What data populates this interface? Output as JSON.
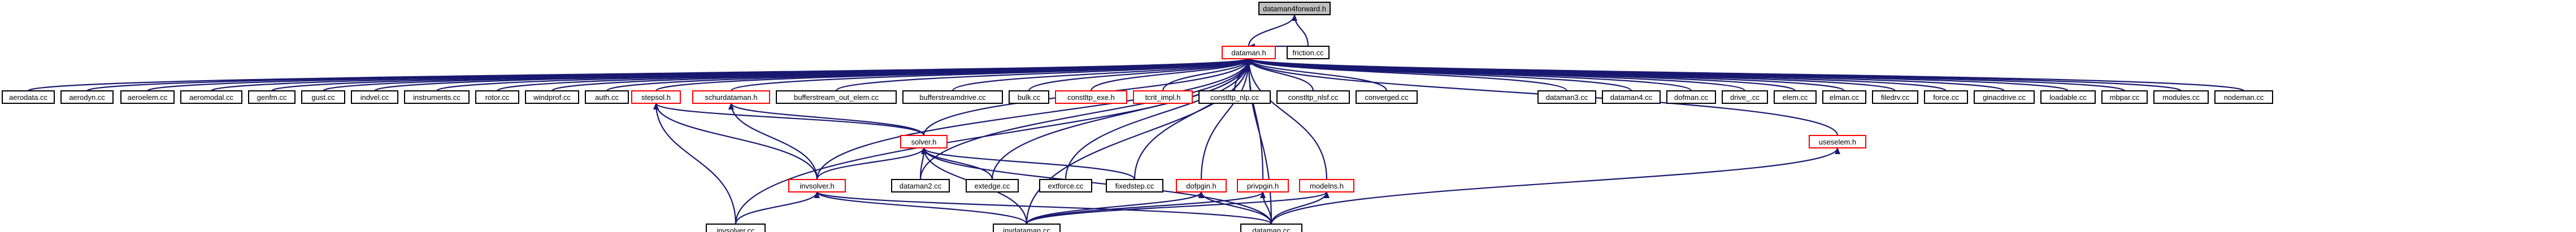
{
  "colors": {
    "edge": "#191970",
    "normal_border": "#000000",
    "incomplete_border": "#ff0000",
    "root_fill": "#bfbfbf",
    "node_fill": "#ffffff"
  },
  "nodes": [
    {
      "id": "root",
      "label": "dataman4forward.h",
      "style": "root"
    },
    {
      "id": "dataman",
      "label": "dataman.h",
      "style": "incomplete"
    },
    {
      "id": "friction",
      "label": "friction.cc",
      "style": "normal"
    },
    {
      "id": "aerodata",
      "label": "aerodata.cc",
      "style": "normal"
    },
    {
      "id": "aerodyn",
      "label": "aerodyn.cc",
      "style": "normal"
    },
    {
      "id": "aeroelem",
      "label": "aeroelem.cc",
      "style": "normal"
    },
    {
      "id": "aeromodal",
      "label": "aeromodal.cc",
      "style": "normal"
    },
    {
      "id": "genfm",
      "label": "genfm.cc",
      "style": "normal"
    },
    {
      "id": "gust",
      "label": "gust.cc",
      "style": "normal"
    },
    {
      "id": "indvel",
      "label": "indvel.cc",
      "style": "normal"
    },
    {
      "id": "instruments",
      "label": "instruments.cc",
      "style": "normal"
    },
    {
      "id": "rotor",
      "label": "rotor.cc",
      "style": "normal"
    },
    {
      "id": "windprof",
      "label": "windprof.cc",
      "style": "normal"
    },
    {
      "id": "auth",
      "label": "auth.cc",
      "style": "normal"
    },
    {
      "id": "stepsol",
      "label": "stepsol.h",
      "style": "incomplete"
    },
    {
      "id": "schurdataman",
      "label": "schurdataman.h",
      "style": "incomplete"
    },
    {
      "id": "buffstream",
      "label": "bufferstream_out_elem.cc",
      "style": "normal"
    },
    {
      "id": "buffstreamdrive",
      "label": "bufferstreamdrive.cc",
      "style": "normal"
    },
    {
      "id": "bulk",
      "label": "bulk.cc",
      "style": "normal"
    },
    {
      "id": "constltp_exe",
      "label": "constltp_exe.h",
      "style": "incomplete"
    },
    {
      "id": "tcrit_impl",
      "label": "tcrit_impl.h",
      "style": "incomplete"
    },
    {
      "id": "constltp_nlp",
      "label": "constltp_nlp.cc",
      "style": "normal"
    },
    {
      "id": "constltp_nlsf",
      "label": "constltp_nlsf.cc",
      "style": "normal"
    },
    {
      "id": "converged",
      "label": "converged.cc",
      "style": "normal"
    },
    {
      "id": "useselem",
      "label": "useselem.h",
      "style": "incomplete"
    },
    {
      "id": "dataman3",
      "label": "dataman3.cc",
      "style": "normal"
    },
    {
      "id": "dataman4",
      "label": "dataman4.cc",
      "style": "normal"
    },
    {
      "id": "dofman",
      "label": "dofman.cc",
      "style": "normal"
    },
    {
      "id": "drive",
      "label": "drive_.cc",
      "style": "normal"
    },
    {
      "id": "elem",
      "label": "elem.cc",
      "style": "normal"
    },
    {
      "id": "elman",
      "label": "elman.cc",
      "style": "normal"
    },
    {
      "id": "filedrv",
      "label": "filedrv.cc",
      "style": "normal"
    },
    {
      "id": "force",
      "label": "force.cc",
      "style": "normal"
    },
    {
      "id": "ginacdrive",
      "label": "ginacdrive.cc",
      "style": "normal"
    },
    {
      "id": "loadable",
      "label": "loadable.cc",
      "style": "normal"
    },
    {
      "id": "mbpar",
      "label": "mbpar.cc",
      "style": "normal"
    },
    {
      "id": "modules",
      "label": "modules.cc",
      "style": "normal"
    },
    {
      "id": "nodeman",
      "label": "nodeman.cc",
      "style": "normal"
    },
    {
      "id": "solver",
      "label": "solver.h",
      "style": "incomplete"
    },
    {
      "id": "invsolver",
      "label": "invsolver.h",
      "style": "incomplete"
    },
    {
      "id": "dataman2",
      "label": "dataman2.cc",
      "style": "normal"
    },
    {
      "id": "extedge",
      "label": "extedge.cc",
      "style": "normal"
    },
    {
      "id": "extforce",
      "label": "extforce.cc",
      "style": "normal"
    },
    {
      "id": "fixedstep",
      "label": "fixedstep.cc",
      "style": "normal"
    },
    {
      "id": "dofpgin",
      "label": "dofpgin.h",
      "style": "incomplete"
    },
    {
      "id": "privpgin",
      "label": "privpgin.h",
      "style": "incomplete"
    },
    {
      "id": "modelns",
      "label": "modelns.h",
      "style": "incomplete"
    },
    {
      "id": "invsolver_cc",
      "label": "invsolver.cc",
      "style": "normal"
    },
    {
      "id": "invdataman",
      "label": "invdataman.cc",
      "style": "normal"
    },
    {
      "id": "dataman_cc",
      "label": "dataman.cc",
      "style": "normal"
    }
  ],
  "edges": [
    [
      "dataman",
      "root"
    ],
    [
      "friction",
      "root"
    ],
    [
      "friction",
      "dataman"
    ],
    [
      "aerodata",
      "dataman"
    ],
    [
      "aerodyn",
      "dataman"
    ],
    [
      "aeroelem",
      "dataman"
    ],
    [
      "aeromodal",
      "dataman"
    ],
    [
      "genfm",
      "dataman"
    ],
    [
      "gust",
      "dataman"
    ],
    [
      "indvel",
      "dataman"
    ],
    [
      "instruments",
      "dataman"
    ],
    [
      "rotor",
      "dataman"
    ],
    [
      "windprof",
      "dataman"
    ],
    [
      "auth",
      "dataman"
    ],
    [
      "stepsol",
      "dataman"
    ],
    [
      "schurdataman",
      "dataman"
    ],
    [
      "buffstream",
      "dataman"
    ],
    [
      "buffstreamdrive",
      "dataman"
    ],
    [
      "bulk",
      "dataman"
    ],
    [
      "constltp_exe",
      "dataman"
    ],
    [
      "tcrit_impl",
      "dataman"
    ],
    [
      "constltp_nlp",
      "dataman"
    ],
    [
      "constltp_nlsf",
      "dataman"
    ],
    [
      "converged",
      "dataman"
    ],
    [
      "useselem",
      "dataman"
    ],
    [
      "dataman3",
      "dataman"
    ],
    [
      "dataman4",
      "dataman"
    ],
    [
      "dofman",
      "dataman"
    ],
    [
      "drive",
      "dataman"
    ],
    [
      "elem",
      "dataman"
    ],
    [
      "elman",
      "dataman"
    ],
    [
      "filedrv",
      "dataman"
    ],
    [
      "force",
      "dataman"
    ],
    [
      "ginacdrive",
      "dataman"
    ],
    [
      "loadable",
      "dataman"
    ],
    [
      "mbpar",
      "dataman"
    ],
    [
      "modules",
      "dataman"
    ],
    [
      "nodeman",
      "dataman"
    ],
    [
      "solver",
      "dataman"
    ],
    [
      "invsolver",
      "dataman"
    ],
    [
      "dataman2",
      "dataman"
    ],
    [
      "extedge",
      "dataman"
    ],
    [
      "extforce",
      "dataman"
    ],
    [
      "fixedstep",
      "dataman"
    ],
    [
      "dofpgin",
      "dataman"
    ],
    [
      "privpgin",
      "dataman"
    ],
    [
      "modelns",
      "dataman"
    ],
    [
      "invsolver_cc",
      "dataman"
    ],
    [
      "invdataman",
      "dataman"
    ],
    [
      "dataman_cc",
      "dataman"
    ],
    [
      "solver",
      "stepsol"
    ],
    [
      "invsolver",
      "stepsol"
    ],
    [
      "invsolver_cc",
      "stepsol"
    ],
    [
      "solver",
      "schurdataman"
    ],
    [
      "invsolver",
      "schurdataman"
    ],
    [
      "invsolver",
      "solver"
    ],
    [
      "dataman2",
      "solver"
    ],
    [
      "extedge",
      "solver"
    ],
    [
      "fixedstep",
      "solver"
    ],
    [
      "invdataman",
      "solver"
    ],
    [
      "dataman_cc",
      "solver"
    ],
    [
      "invsolver_cc",
      "invsolver"
    ],
    [
      "invdataman",
      "invsolver"
    ],
    [
      "dataman_cc",
      "invsolver"
    ],
    [
      "invdataman",
      "dofpgin"
    ],
    [
      "dataman_cc",
      "dofpgin"
    ],
    [
      "invdataman",
      "privpgin"
    ],
    [
      "dataman_cc",
      "privpgin"
    ],
    [
      "invdataman",
      "modelns"
    ],
    [
      "dataman_cc",
      "modelns"
    ],
    [
      "dataman_cc",
      "useselem"
    ]
  ]
}
